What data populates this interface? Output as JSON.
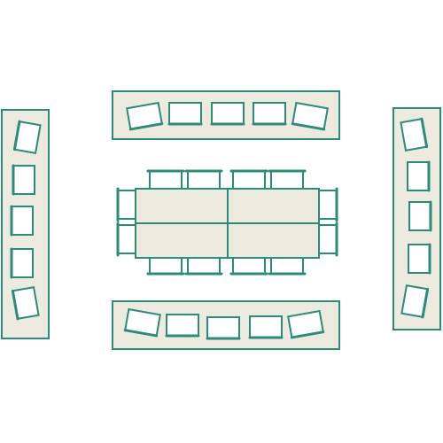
{
  "diagram": {
    "kind": "seating-layout",
    "colors": {
      "stroke": "#2e8b7a",
      "fill": "#edebe0",
      "background": "#ffffff"
    },
    "table_count": 4,
    "bench_count": 4,
    "chairs_at_tables": 12,
    "chairs_on_benches": 20
  }
}
